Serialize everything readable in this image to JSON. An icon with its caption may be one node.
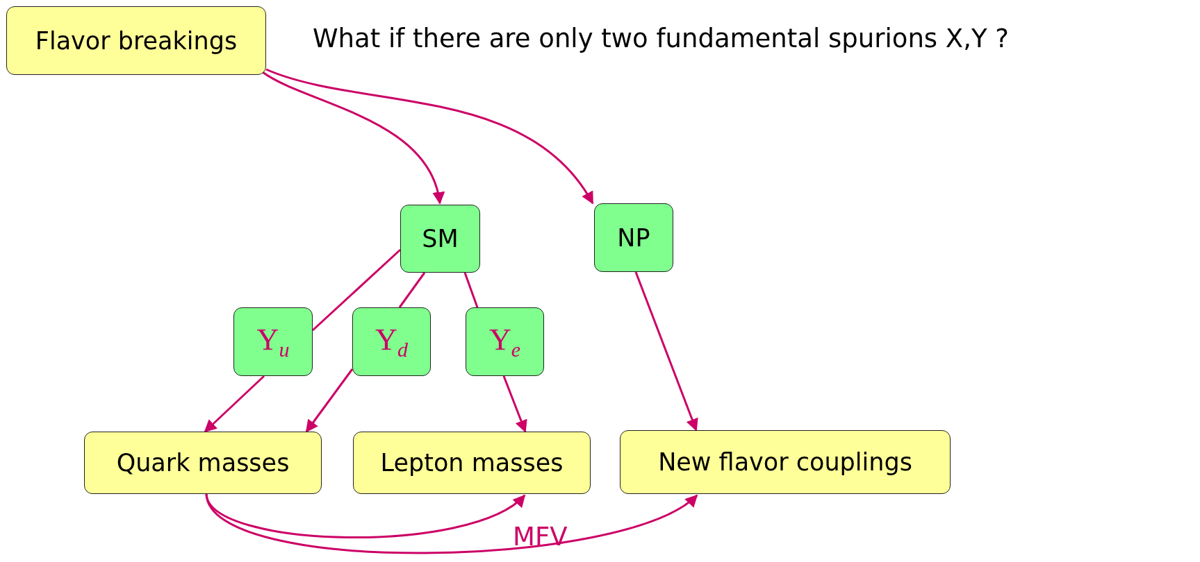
{
  "diagram": {
    "nodes": [
      {
        "text": [
          "Flavor breakings"
        ]
      },
      {
        "text": [
          "SM"
        ]
      },
      {
        "text": [
          "NP"
        ]
      },
      {
        "text": [
          "Y$_{u}$"
        ]
      },
      {
        "text": [
          "Y$_{d}$"
        ]
      },
      {
        "text": [
          "Y$_{e}$"
        ]
      },
      {
        "text": [
          "Quark masses"
        ]
      },
      {
        "text": [
          "Lepton masses"
        ]
      },
      {
        "text": [
          "New flavor couplings"
        ]
      }
    ],
    "edges": [
      {
        "from": 0,
        "to": 1,
        "arrow": "to"
      },
      {
        "from": 0,
        "to": 2,
        "arrow": "to"
      },
      {
        "from": 1,
        "to": 3,
        "arrow": "none"
      },
      {
        "from": 3,
        "to": 6,
        "arrow": "to"
      },
      {
        "from": 1,
        "to": 4,
        "arrow": "none"
      },
      {
        "from": 4,
        "to": 6,
        "arrow": "to"
      },
      {
        "from": 1,
        "to": 5,
        "arrow": "none"
      },
      {
        "from": 5,
        "to": 7,
        "arrow": "to"
      },
      {
        "from": 2,
        "to": 8,
        "arrow": "to"
      },
      {
        "from": 6,
        "to": 7,
        "arrow": "to"
      },
      {
        "from": 6,
        "to": 8,
        "arrow": "to"
      }
    ],
    "labels": [
      "What if there are only two fundamental spurions X,Y ?",
      "MFV"
    ]
  }
}
